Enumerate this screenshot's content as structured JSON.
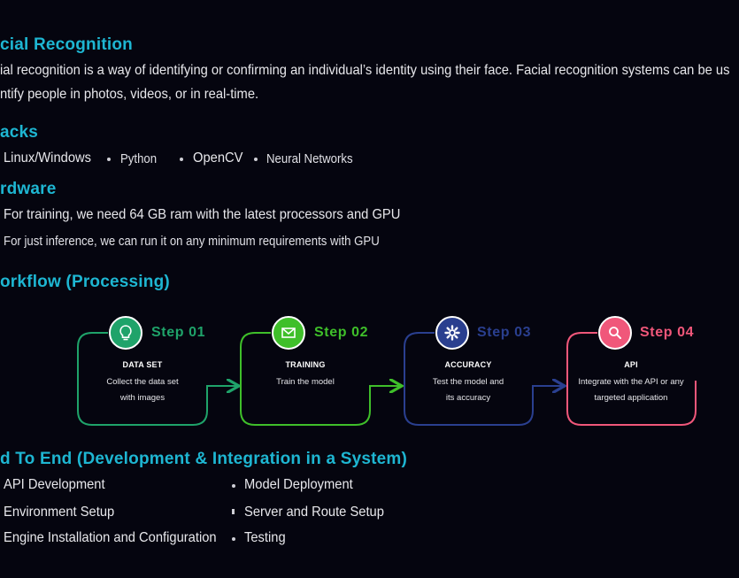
{
  "section_facial": {
    "title": "cial Recognition",
    "line1": "ial recognition is a way of identifying or confirming an individual’s identity using their face. Facial recognition systems can be us",
    "line2": "ntify people in photos, videos, or in real-time."
  },
  "section_stacks": {
    "title": "acks",
    "items": [
      "Linux/Windows",
      "Python",
      "OpenCV",
      "Neural Networks"
    ]
  },
  "section_hardware": {
    "title": "rdware",
    "items": [
      "For training, we need 64 GB ram with the latest processors and GPU",
      "For just inference, we can run it on any minimum requirements with GPU"
    ]
  },
  "section_workflow": {
    "title": "orkflow (Processing)",
    "steps": [
      {
        "label": "Step 01",
        "head": "DATA SET",
        "desc1": "Collect the data set",
        "desc2": "with images",
        "color": "#1fa36a",
        "icon": "lightbulb-icon"
      },
      {
        "label": "Step 02",
        "head": "TRAINING",
        "desc1": "Train the model",
        "desc2": "",
        "color": "#3fbf2a",
        "icon": "envelope-icon"
      },
      {
        "label": "Step 03",
        "head": "ACCURACY",
        "desc1": "Test the model and",
        "desc2": "its accuracy",
        "color": "#2a3f8f",
        "icon": "gear-icon"
      },
      {
        "label": "Step 04",
        "head": "API",
        "desc1": "Integrate with the API or any",
        "desc2": "targeted application",
        "color": "#f0577a",
        "icon": "search-icon"
      }
    ]
  },
  "section_e2e": {
    "title": "d To End (Development & Integration in a System)",
    "left": [
      "API Development",
      "Environment Setup",
      "Engine Installation and Configuration"
    ],
    "right": [
      "Model Deployment",
      "Server and Route Setup",
      "Testing"
    ]
  }
}
